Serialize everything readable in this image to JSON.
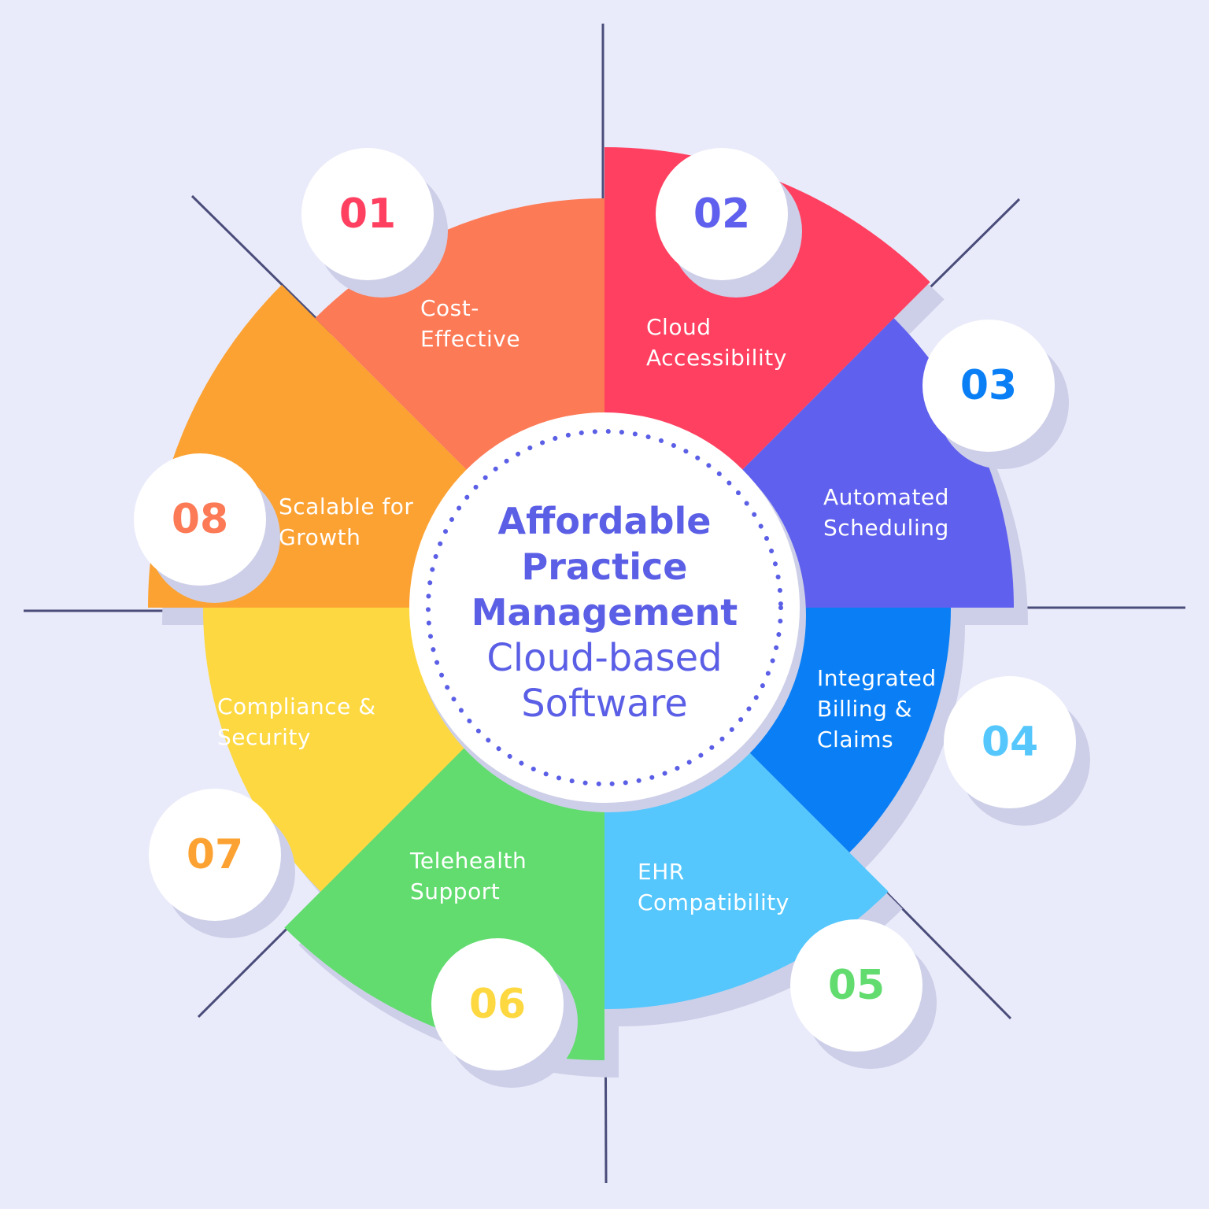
{
  "colors": {
    "background": "#eaebfa",
    "axis_lines": "#4a4c7a",
    "shadow": "#cdcfe8",
    "center_text": "#5b5fe6",
    "center_dots": "#5b5fe6",
    "badge_fill": "#ffffff"
  },
  "center": {
    "line1": "Affordable",
    "line2": "Practice",
    "line3": "Management",
    "line4": "Cloud-based",
    "line5": "Software"
  },
  "segments": [
    {
      "number": "01",
      "label_lines": [
        "Cost-",
        "Effective"
      ],
      "color": "#ff4060"
    },
    {
      "number": "02",
      "label_lines": [
        "Cloud",
        "Accessibility"
      ],
      "color": "#6060ee"
    },
    {
      "number": "03",
      "label_lines": [
        "Automated",
        "Scheduling"
      ],
      "color": "#0a7ff5"
    },
    {
      "number": "04",
      "label_lines": [
        "Integrated",
        "Billing &",
        "Claims"
      ],
      "color": "#55c7fd"
    },
    {
      "number": "05",
      "label_lines": [
        "EHR",
        "Compatibility"
      ],
      "color": "#62dc6f"
    },
    {
      "number": "06",
      "label_lines": [
        "Telehealth",
        "Support"
      ],
      "color": "#fdd840"
    },
    {
      "number": "07",
      "label_lines": [
        "Compliance &",
        "Security"
      ],
      "color": "#fca233"
    },
    {
      "number": "08",
      "label_lines": [
        "Scalable for",
        "Growth"
      ],
      "color": "#fc7a56"
    }
  ]
}
